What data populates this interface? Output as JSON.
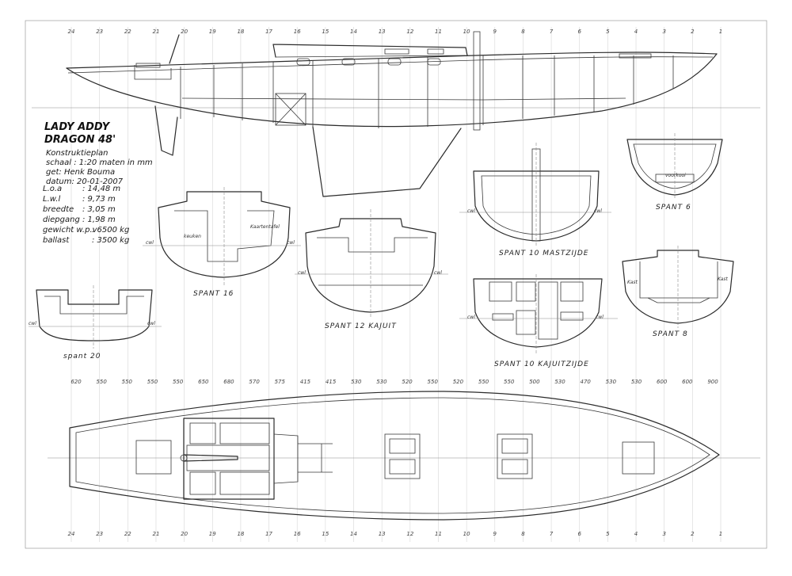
{
  "title": {
    "line1": "LADY ADDY",
    "line2": "DRAGON 48'"
  },
  "info_lines": [
    "Konstruktieplan",
    "schaal : 1:20 maten in mm",
    "get: Henk Bouma",
    "datum: 20-01-2007"
  ],
  "specs": [
    {
      "label": "L.o.a",
      "value": ": 14,48 m"
    },
    {
      "label": "L.w.l",
      "value": ": 9,73 m"
    },
    {
      "label": "breedte",
      "value": ": 3,05 m"
    },
    {
      "label": "diepgang",
      "value": ": 1,98 m"
    },
    {
      "label": "gewicht w.p.v",
      "value": ": 6500 kg"
    },
    {
      "label": "ballast",
      "value": ": 3500 kg"
    }
  ],
  "top_ticks": [
    "24",
    "23",
    "22",
    "21",
    "20",
    "19",
    "18",
    "17",
    "16",
    "15",
    "14",
    "13",
    "12",
    "11",
    "10",
    "9",
    "8",
    "7",
    "6",
    "5",
    "4",
    "3",
    "2",
    "1"
  ],
  "bottom_ticks": [
    "24",
    "23",
    "22",
    "21",
    "20",
    "19",
    "18",
    "17",
    "16",
    "15",
    "14",
    "13",
    "12",
    "11",
    "10",
    "9",
    "8",
    "7",
    "6",
    "5",
    "4",
    "3",
    "2",
    "1"
  ],
  "spacing_ticks": [
    "620",
    "550",
    "550",
    "550",
    "550",
    "650",
    "680",
    "570",
    "575",
    "415",
    "415",
    "530",
    "530",
    "520",
    "550",
    "520",
    "550",
    "550",
    "500",
    "530",
    "470",
    "530",
    "530",
    "600",
    "600",
    "900"
  ],
  "sections": {
    "spant16": {
      "label": "SPANT 16",
      "keuken": "keuken",
      "kaartentafel": "Kaartentafel"
    },
    "spant12": {
      "label": "SPANT 12 KAJUIT"
    },
    "spant20": {
      "label": "spant 20"
    },
    "spant10m": {
      "label": "SPANT 10 MASTZIJDE"
    },
    "spant10k": {
      "label": "SPANT 10 KAJUITZIJDE"
    },
    "spant6": {
      "label": "SPANT 6",
      "voorkooi": "voorkooi"
    },
    "spant8": {
      "label": "SPANT 8",
      "kast_l": "Kast",
      "kast_r": "Kast"
    }
  },
  "cwl": "cwl"
}
